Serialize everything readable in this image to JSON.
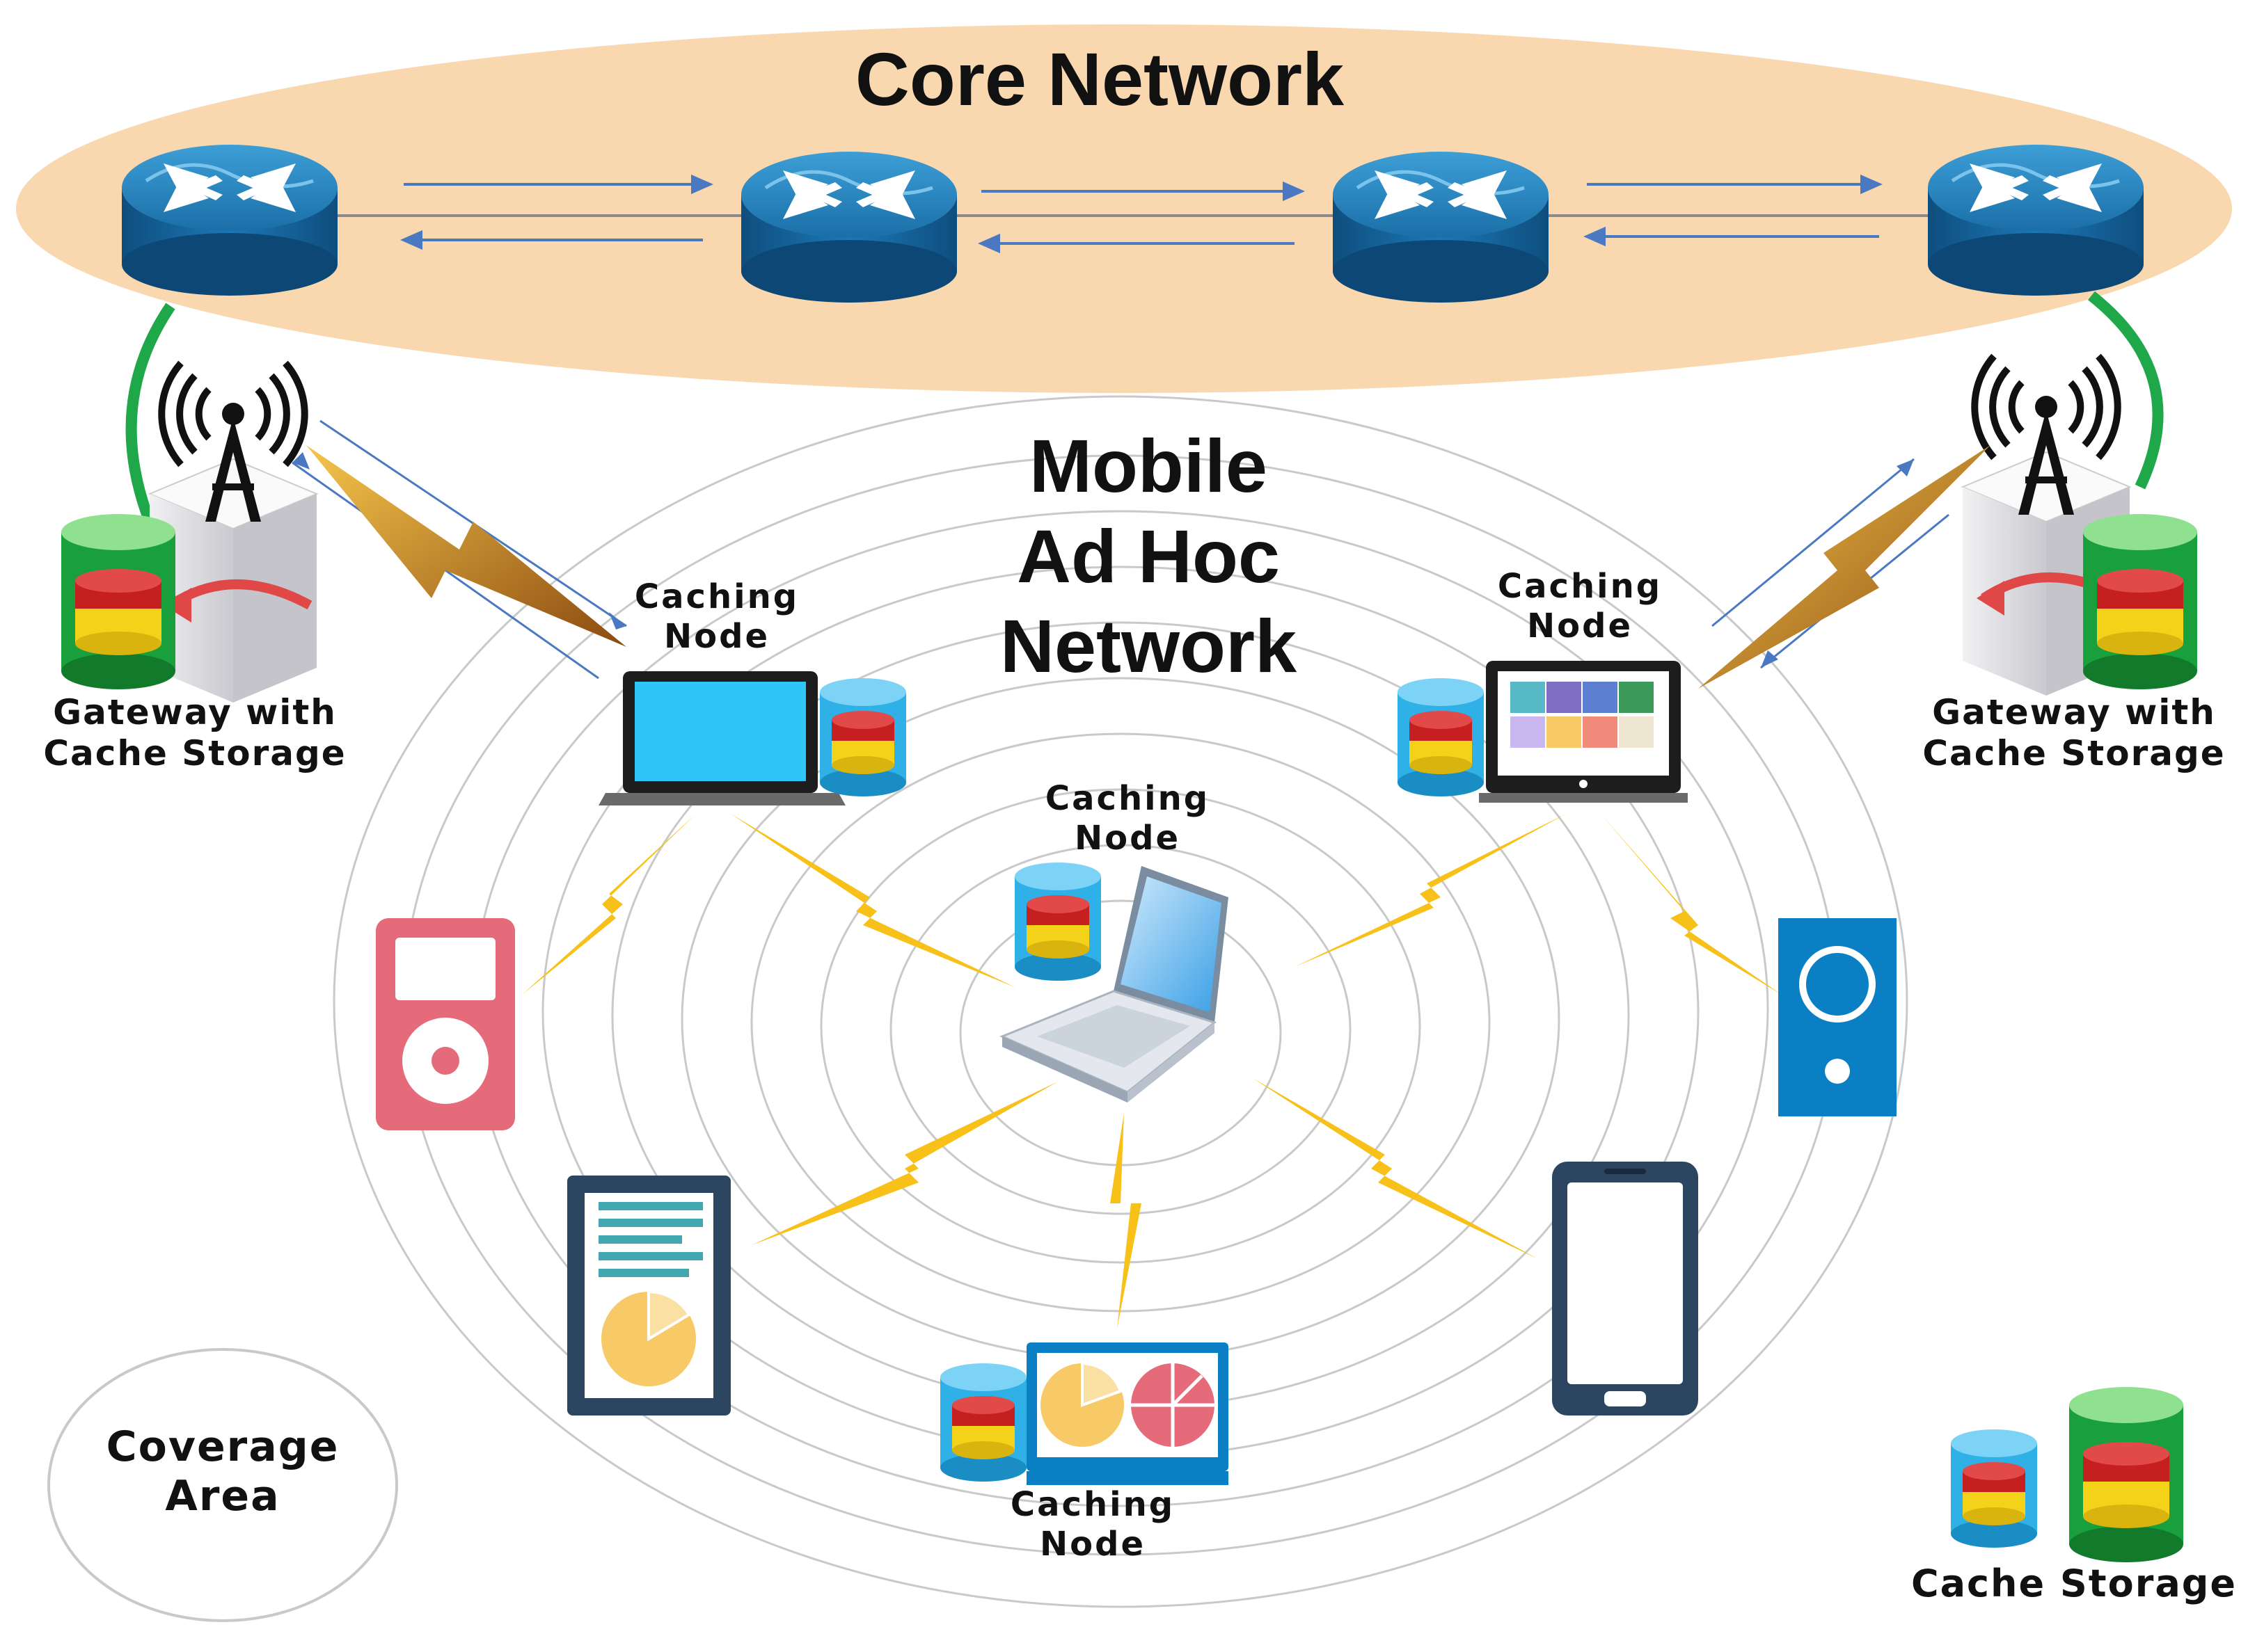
{
  "core_network": {
    "title": "Core Network"
  },
  "manet": {
    "title": "Mobile\nAd Hoc\nNetwork"
  },
  "gateways": {
    "left_label": "Gateway with\nCache Storage",
    "right_label": "Gateway with\nCache Storage"
  },
  "caching_nodes": {
    "top_left": "Caching\nNode",
    "top_right": "Caching\nNode",
    "center": "Caching\nNode",
    "bottom": "Caching\nNode"
  },
  "legend": {
    "coverage_area": "Coverage\nArea",
    "cache_storage": "Cache Storage"
  },
  "colors": {
    "core_fill": "#f9d8b0",
    "router_blue": "#1a6fae",
    "link_green": "#1fa84a",
    "wireless_yellow": "#f7c11a",
    "cache_red": "#c61f1f",
    "cache_yellow": "#f4d21a",
    "cache_green": "#19a03c",
    "cache_blue": "#2fb1e8",
    "arrow_blue": "#4a79c2"
  },
  "icons": [
    "router-icon",
    "antenna-icon",
    "gateway-server-icon",
    "laptop-icon",
    "tablet-icon",
    "ipod-icon",
    "speaker-icon",
    "smartphone-icon",
    "monitor-icon",
    "lightning-icon",
    "cache-cylinder-icon"
  ]
}
